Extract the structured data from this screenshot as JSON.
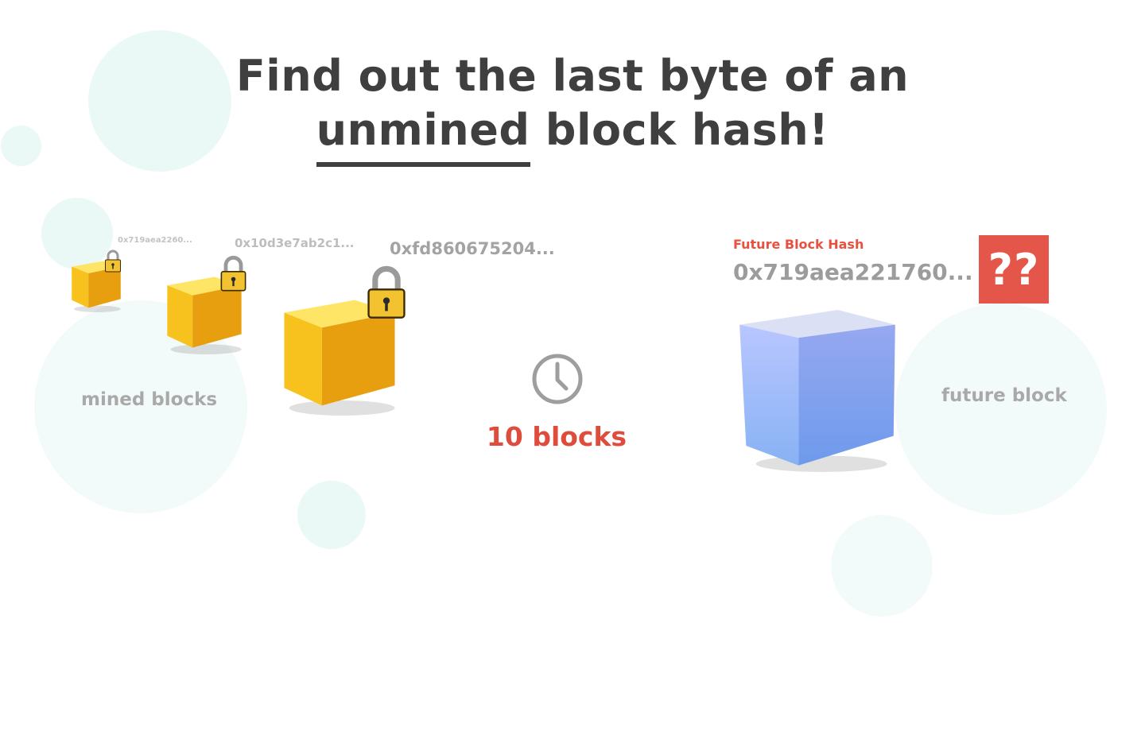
{
  "headline": {
    "line1": "Find out the last byte of an",
    "line2_highlight": "unmined",
    "line2_rest": " block hash!"
  },
  "mined_blocks": {
    "hashes": [
      "0x719aea2260...",
      "0x10d3e7ab2c1...",
      "0xfd860675204..."
    ],
    "caption": "mined blocks",
    "colors": {
      "cube_top": "#ffe566",
      "cube_left": "#f7c21d",
      "cube_right": "#e79f0f"
    }
  },
  "timeline": {
    "icon": "clock-icon",
    "counter": "10 blocks"
  },
  "future_block": {
    "label": "Future Block Hash",
    "hash": "0x719aea221760...",
    "unknown_badge": "??",
    "caption": "future block",
    "colors": {
      "cube_top": "#dce0f5",
      "cube_left": "#9fb4ff",
      "cube_right": "#7fa2f4"
    }
  },
  "colors": {
    "accent": "#e4564a",
    "text_dark": "#3f3f3f",
    "text_muted": "#a3a3a3",
    "bubble": "#eaf9f6"
  }
}
